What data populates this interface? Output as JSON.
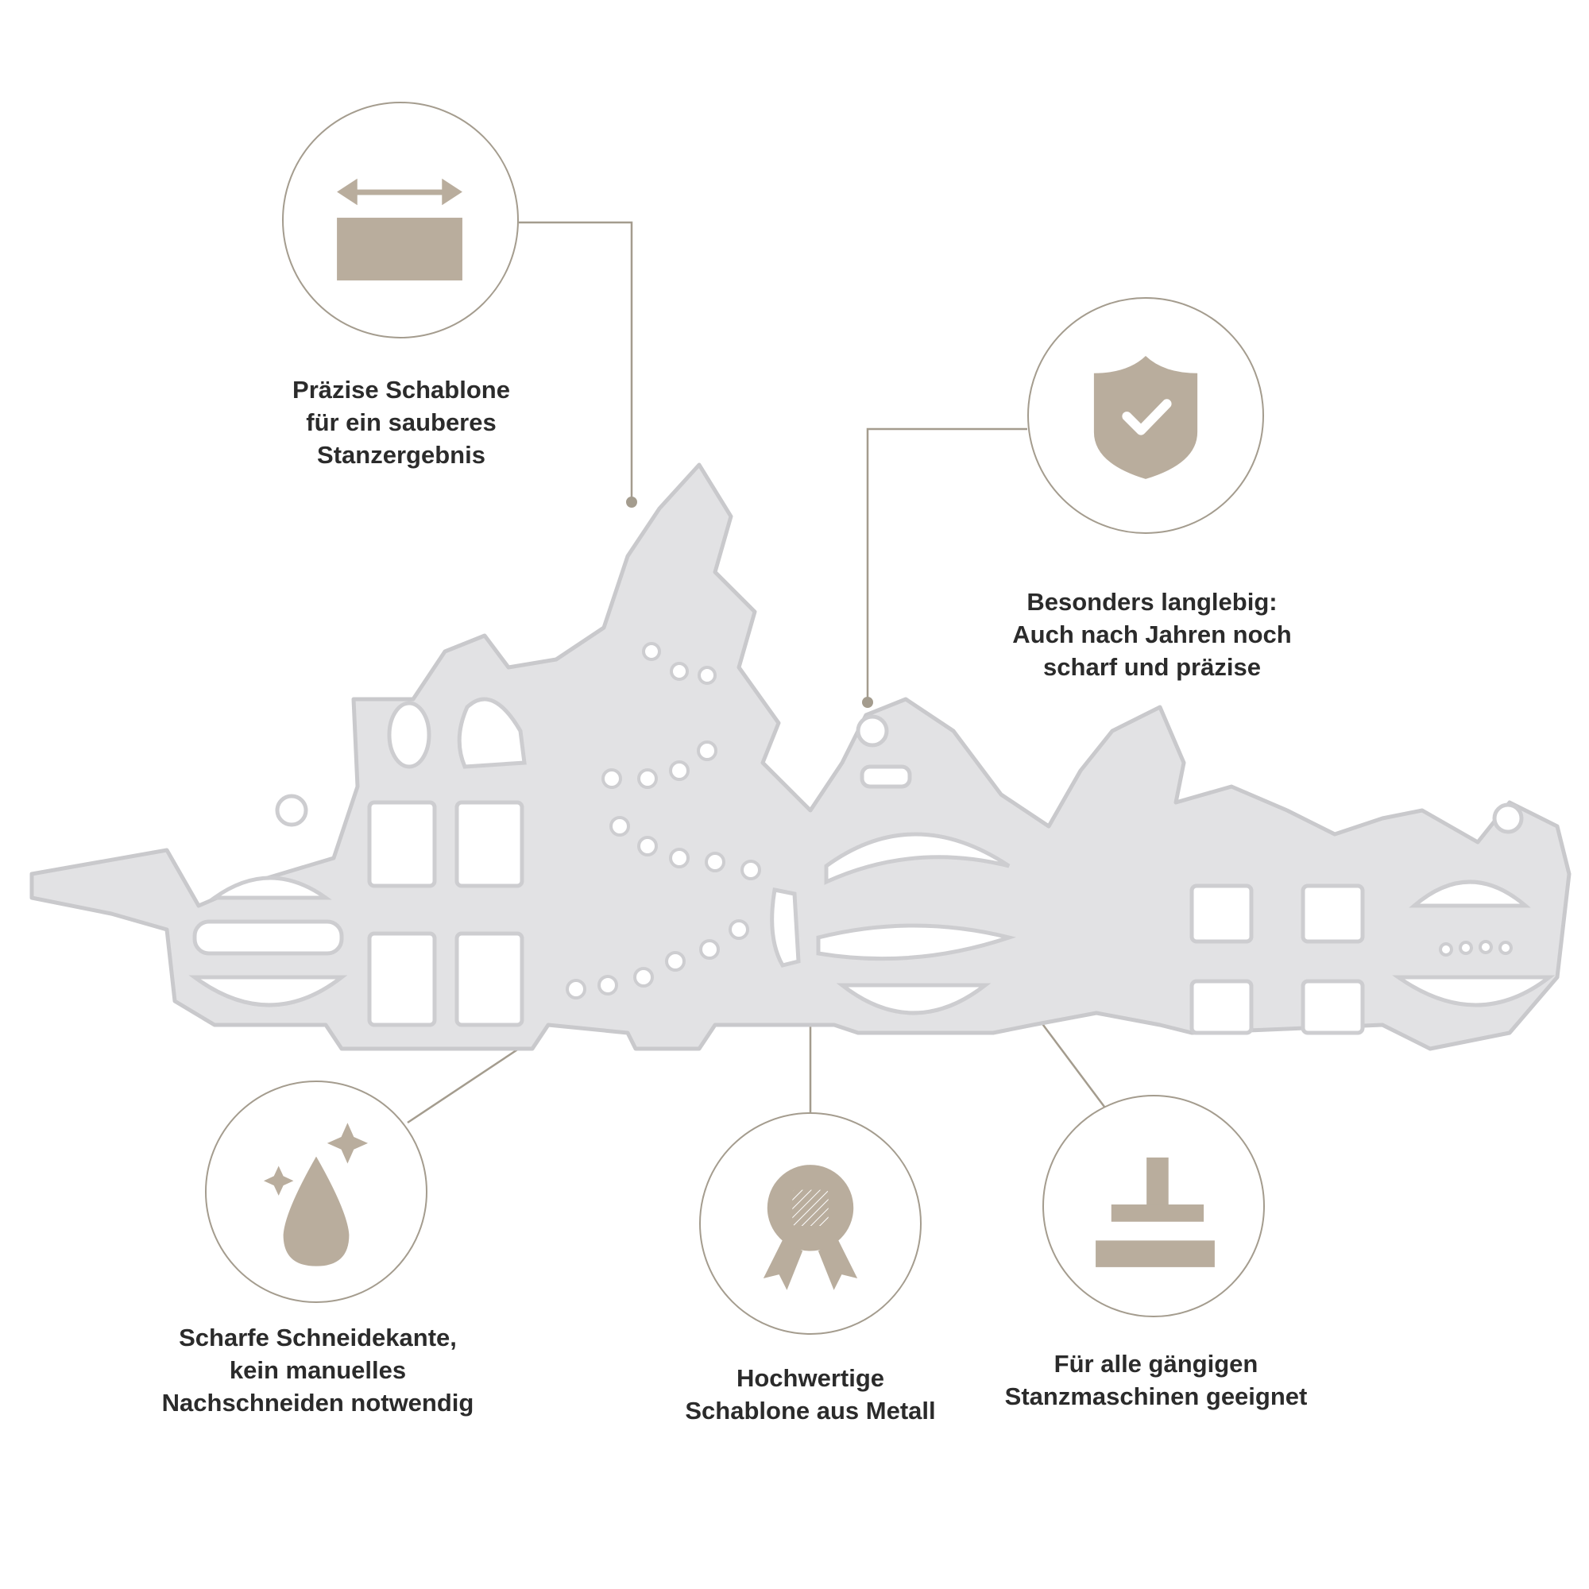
{
  "colors": {
    "accent": "#b9ad9d",
    "line": "#a49c8e",
    "metal": "#e4e4e6",
    "text": "#2b2b2b"
  },
  "product": {
    "description_icon": "christmas-border-metal-die"
  },
  "features": [
    {
      "id": "precise",
      "icon": "width-arrow-rectangle-icon",
      "lines": [
        "Präzise Schablone",
        "für ein sauberes",
        "Stanzergebnis"
      ]
    },
    {
      "id": "durable",
      "icon": "shield-check-icon",
      "lines": [
        "Besonders langlebig:",
        "Auch nach Jahren noch",
        "scharf und präzise"
      ]
    },
    {
      "id": "sharp-edge",
      "icon": "drop-sparkle-icon",
      "lines": [
        "Scharfe Schneidekante,",
        "kein manuelles",
        "Nachschneiden notwendig"
      ]
    },
    {
      "id": "metal",
      "icon": "quality-badge-icon",
      "lines": [
        "Hochwertige",
        "Schablone aus Metall"
      ]
    },
    {
      "id": "machines",
      "icon": "stamp-press-icon",
      "lines": [
        "Für alle gängigen",
        "Stanzmaschinen geeignet"
      ]
    }
  ]
}
